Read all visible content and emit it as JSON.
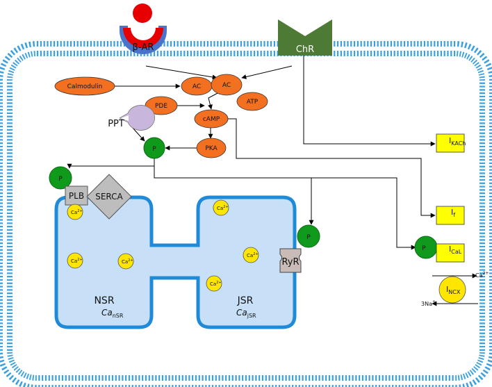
{
  "receptors": {
    "beta_ar": "β-AR",
    "chr": "ChR"
  },
  "signaling": {
    "calmodulin": "Calmodulin",
    "ac1": "AC",
    "ac2": "AC",
    "atp": "ATP",
    "pde": "PDE",
    "camp": "cAMP",
    "pka": "PKA",
    "ppt": "PPT",
    "p_main": "P",
    "p_plb": "P",
    "p_ryr": "P",
    "p_ical": "P"
  },
  "sr": {
    "plb": "PLB",
    "serca": "SERCA",
    "ryr": "RyR",
    "nsr_name": "NSR",
    "nsr_ca_main": "Ca",
    "nsr_ca_sub": "nSR",
    "jsr_name": "JSR",
    "jsr_ca_main": "Ca",
    "jsr_ca_sub": "jSR",
    "ca_main": "Ca",
    "ca_sup": "2+"
  },
  "currents": {
    "ikach_main": "I",
    "ikach_sub": "KACh",
    "if_main": "I",
    "if_sub": "f",
    "ical_main": "I",
    "ical_sub": "CaL",
    "incx_main": "I",
    "incx_sub": "NCX",
    "ncx_ca_main": "Ca",
    "ncx_ca_sup": "2+",
    "ncx_na": "3Na",
    "ncx_na_sup": "+"
  },
  "colors": {
    "membrane": "#3aa0de",
    "enzyme_fill": "#f37021",
    "phosphate_fill": "#0f9a1c",
    "current_box_fill": "#ffff00",
    "calcium_fill": "#ffe600",
    "sr_fill": "#c7e0f7",
    "sr_stroke": "#1f8ad8",
    "receptor_red": "#e60000",
    "receptor_blue": "#4a74c9",
    "chr_green": "#4d7a35",
    "grey": "#bdbdbd"
  }
}
